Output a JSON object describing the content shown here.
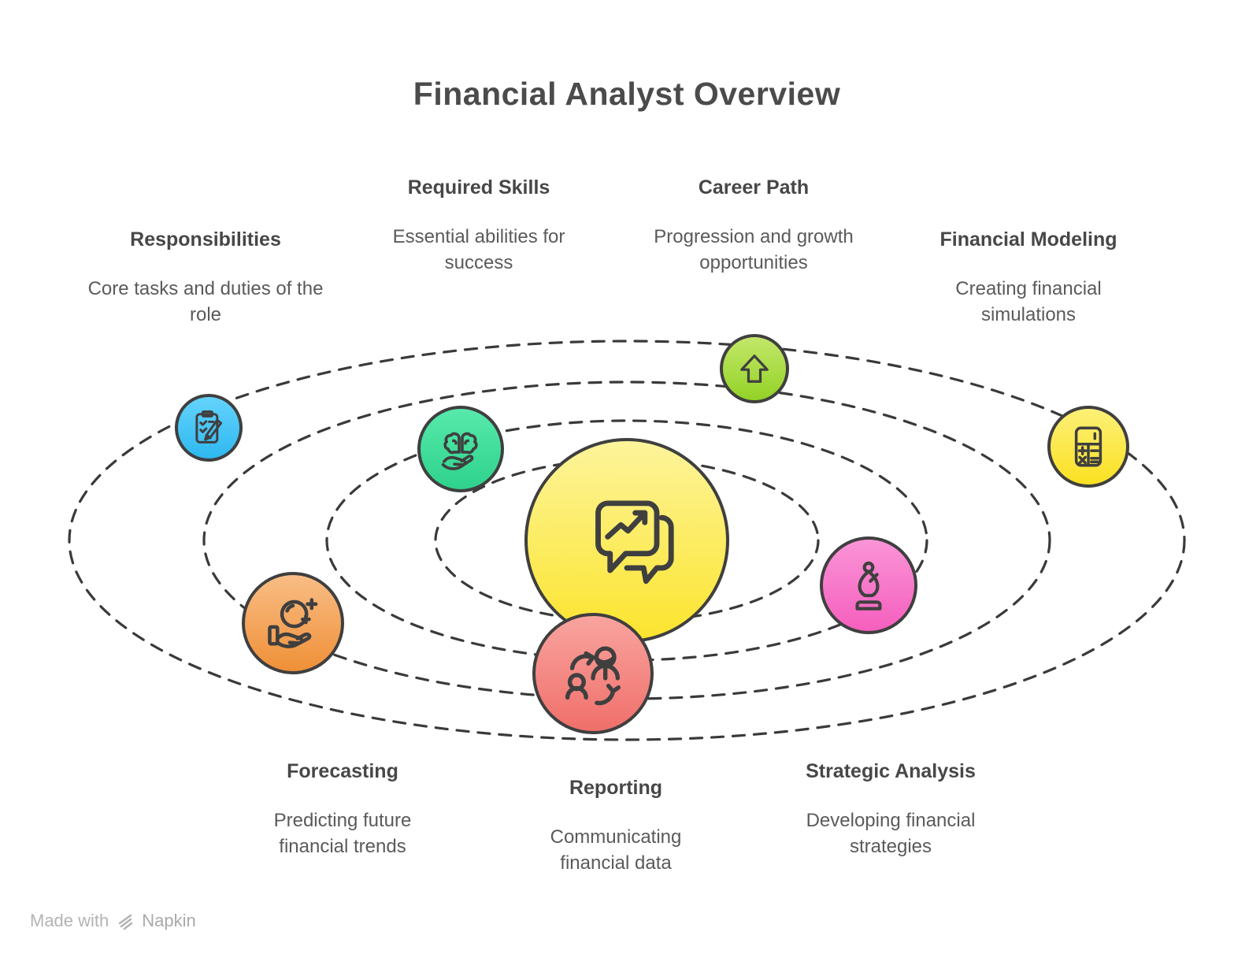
{
  "title": "Financial Analyst Overview",
  "center": {
    "icon": "chat-trend-icon",
    "gradient": [
      "#fdf49b",
      "#fce42d"
    ]
  },
  "nodes": [
    {
      "id": "responsibilities",
      "heading": "Responsibilities",
      "description": "Core tasks and duties of the role",
      "icon": "clipboard-pencil-icon",
      "gradient": [
        "#64d3fc",
        "#2eb8f0"
      ]
    },
    {
      "id": "required-skills",
      "heading": "Required Skills",
      "description": "Essential abilities for success",
      "icon": "brain-hand-icon",
      "gradient": [
        "#57e9ab",
        "#2ed28c"
      ]
    },
    {
      "id": "career-path",
      "heading": "Career Path",
      "description": "Progression and growth opportunities",
      "icon": "arrow-up-icon",
      "gradient": [
        "#c3e76a",
        "#93d226"
      ]
    },
    {
      "id": "financial-modeling",
      "heading": "Financial Modeling",
      "description": "Creating financial simulations",
      "icon": "calculator-icon",
      "gradient": [
        "#fdf077",
        "#fbe122"
      ]
    },
    {
      "id": "forecasting",
      "heading": "Forecasting",
      "description": "Predicting future financial trends",
      "icon": "crystal-ball-hand-icon",
      "gradient": [
        "#f9bd85",
        "#ef9038"
      ]
    },
    {
      "id": "reporting",
      "heading": "Reporting",
      "description": "Communicating financial data",
      "icon": "people-exchange-icon",
      "gradient": [
        "#f9a49f",
        "#f06f6a"
      ]
    },
    {
      "id": "strategic-analysis",
      "heading": "Strategic Analysis",
      "description": "Developing financial strategies",
      "icon": "chess-bishop-icon",
      "gradient": [
        "#fa94d7",
        "#f55fbe"
      ]
    }
  ],
  "watermark": {
    "prefix": "Made with",
    "brand": "Napkin"
  },
  "styles": {
    "background": "#ffffff",
    "outline": "#3f3f3f",
    "orbit_line": "#3a3a3a",
    "title_color": "#4b4b4b",
    "heading_color": "#474747",
    "text_color": "#5a5a5a",
    "watermark_color": "#b3b3b3"
  }
}
